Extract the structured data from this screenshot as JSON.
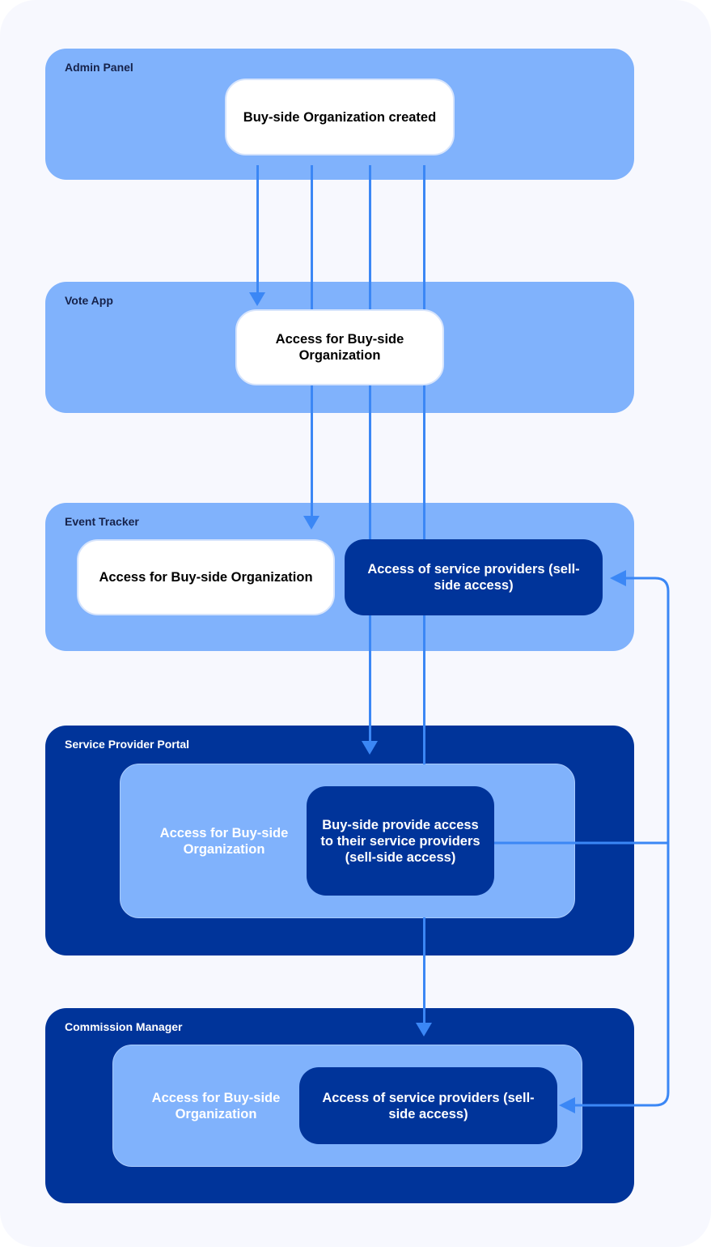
{
  "panels": {
    "admin_panel": {
      "label": "Admin Panel",
      "node": "Buy-side Organization created"
    },
    "vote_app": {
      "label": "Vote App",
      "node": "Access for Buy-side Organization"
    },
    "event_tracker": {
      "label": "Event Tracker",
      "buy_side_node": "Access for Buy-side Organization",
      "service_providers_node": "Access of service providers (sell-side access)"
    },
    "service_provider_portal": {
      "label": "Service Provider Portal",
      "inner_text": "Access for Buy-side Organization",
      "node": "Buy-side provide access to their service providers (sell-side access)"
    },
    "commission_manager": {
      "label": "Commission Manager",
      "inner_text": "Access for Buy-side Organization",
      "node": "Access of service providers (sell-side access)"
    }
  },
  "colors": {
    "canvas_background": "#f7f8fe",
    "light_panel": "#80b2fc",
    "dark_panel": "#00349a",
    "connector": "#3b87f5",
    "node_white": "#ffffff"
  }
}
